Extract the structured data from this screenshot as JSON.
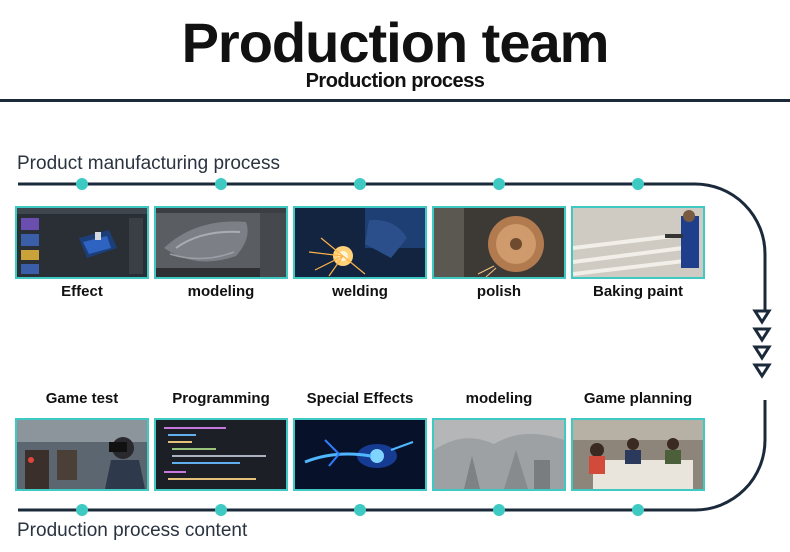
{
  "header": {
    "title": "Production team",
    "subtitle": "Production process"
  },
  "top_section": {
    "label": "Product manufacturing process",
    "steps": [
      {
        "label": "Effect",
        "image": "3d-render-screenshot"
      },
      {
        "label": "modeling",
        "image": "3d-modeling-software"
      },
      {
        "label": "welding",
        "image": "welding-sparks-photo"
      },
      {
        "label": "polish",
        "image": "polishing-disc-photo"
      },
      {
        "label": "Baking paint",
        "image": "spray-painting-photo"
      }
    ]
  },
  "bottom_section": {
    "label": "Production process content",
    "steps": [
      {
        "label": "Game test",
        "image": "vr-headset-test-photo"
      },
      {
        "label": "Programming",
        "image": "code-editor-screenshot"
      },
      {
        "label": "Special Effects",
        "image": "blue-glow-effect"
      },
      {
        "label": "modeling",
        "image": "sculpted-scene-render"
      },
      {
        "label": "Game planning",
        "image": "team-meeting-photo"
      }
    ]
  },
  "colors": {
    "accent": "#3ec9c2",
    "line": "#1b2a3a",
    "arrow": "#1b2a3a"
  }
}
